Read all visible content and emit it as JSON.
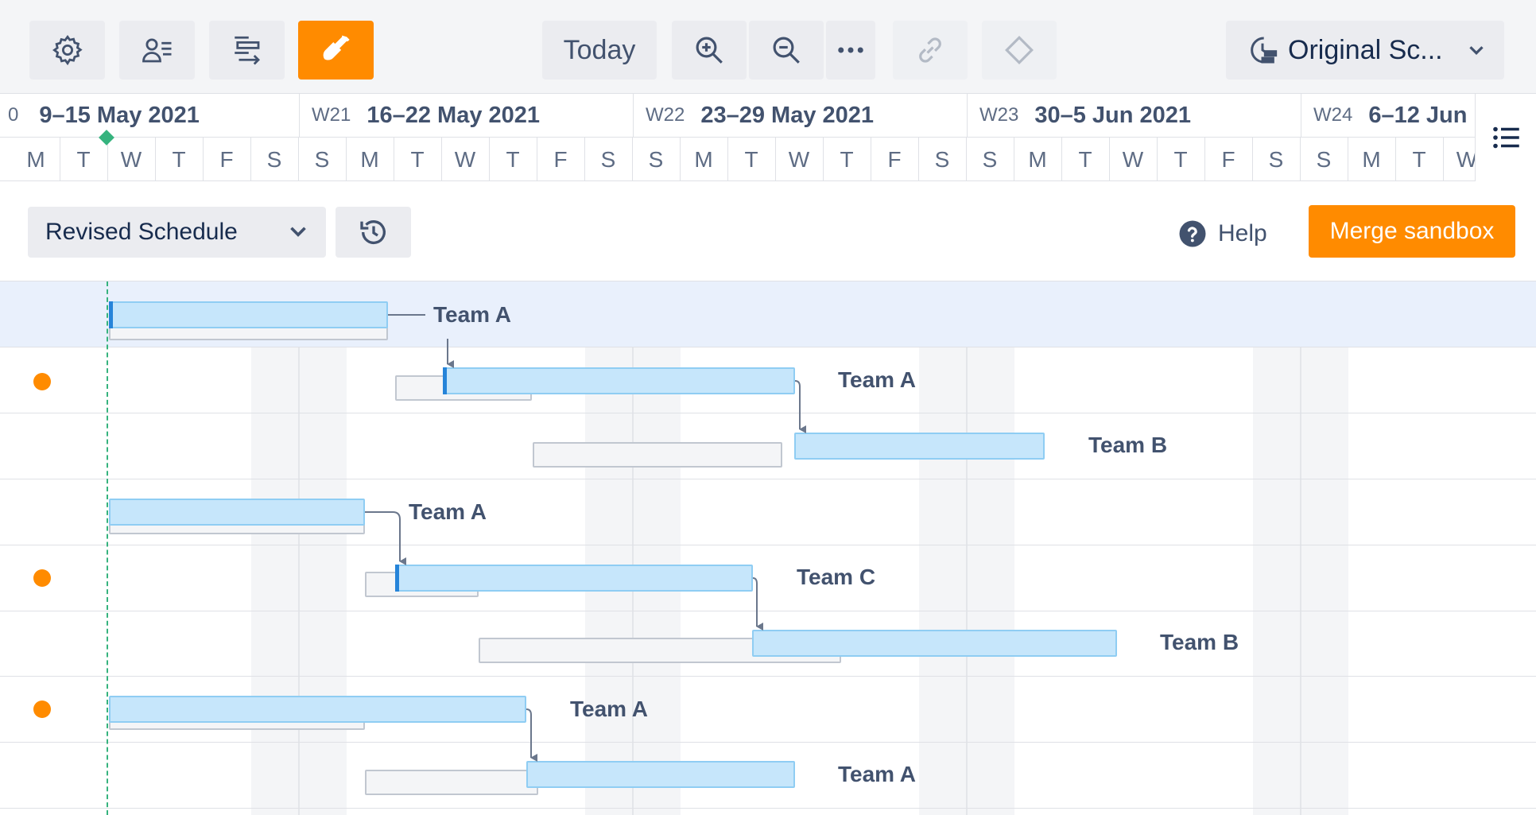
{
  "toolbar": {
    "settings_icon": "gear-icon",
    "people_icon": "people-list-icon",
    "baseline_icon": "baseline-icon",
    "sandbox_icon": "shovel-icon",
    "today_label": "Today",
    "zoom_in_icon": "zoom-in-icon",
    "zoom_out_icon": "zoom-out-icon",
    "more_icon": "more-icon",
    "link_icon": "link-icon",
    "milestone_icon": "diamond-icon",
    "schedule_select_label": "Original Sc...",
    "active_color": "#ff8b00"
  },
  "timeline": {
    "weeks": [
      {
        "num": "0",
        "range": "9–15 May 2021"
      },
      {
        "num": "W21",
        "range": "16–22 May 2021"
      },
      {
        "num": "W22",
        "range": "23–29 May 2021"
      },
      {
        "num": "W23",
        "range": "30–5 Jun 2021"
      },
      {
        "num": "W24",
        "range": "6–12 Jun"
      }
    ],
    "days": [
      "M",
      "T",
      "W",
      "T",
      "F",
      "S",
      "S",
      "M",
      "T",
      "W",
      "T",
      "F",
      "S",
      "S",
      "M",
      "T",
      "W",
      "T",
      "F",
      "S",
      "S",
      "M",
      "T",
      "W",
      "T",
      "F",
      "S",
      "S",
      "M",
      "T",
      "W"
    ],
    "today_marker_color": "#36b37e"
  },
  "secondary": {
    "schedule_select": "Revised Schedule",
    "history_icon": "history-icon",
    "help_label": "Help",
    "merge_label": "Merge sandbox"
  },
  "rows": [
    {
      "team": "Team A",
      "flag": false
    },
    {
      "team": "Team A",
      "flag": true
    },
    {
      "team": "Team B",
      "flag": false
    },
    {
      "team": "Team A",
      "flag": false
    },
    {
      "team": "Team C",
      "flag": true
    },
    {
      "team": "Team B",
      "flag": false
    },
    {
      "team": "Team A",
      "flag": true
    },
    {
      "team": "Team A",
      "flag": false
    }
  ]
}
